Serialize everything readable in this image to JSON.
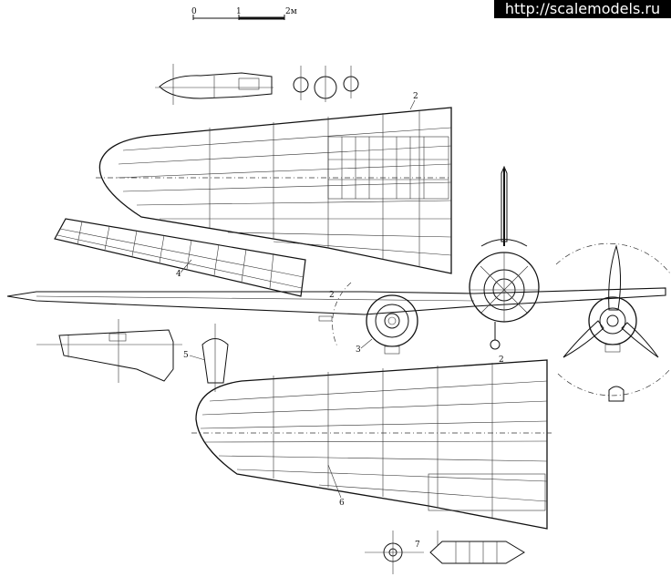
{
  "watermark": "http://scalemodels.ru",
  "scale_bar": {
    "labels": [
      "0",
      "1",
      "2м"
    ]
  },
  "callouts": [
    "2",
    "4",
    "2",
    "3",
    "5",
    "2",
    "6",
    "7"
  ],
  "colors": {
    "ink": "#111111",
    "paper": "#ffffff",
    "watermark_bg": "#000000",
    "watermark_fg": "#ffffff"
  }
}
